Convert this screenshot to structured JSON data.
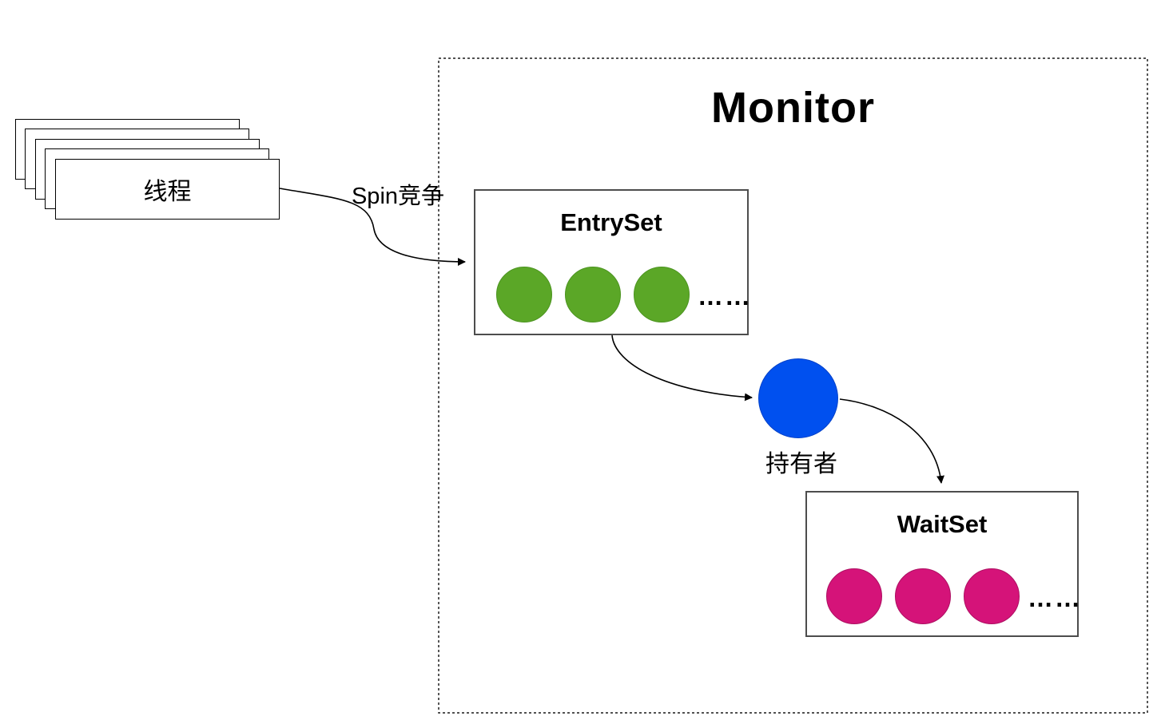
{
  "monitor": {
    "title": "Monitor"
  },
  "threads": {
    "label": "线程",
    "stack_count": 5
  },
  "labels": {
    "spin": "Spin竞争",
    "owner": "持有者"
  },
  "entry_set": {
    "title": "EntrySet",
    "circle_count": 3,
    "ellipsis": "……"
  },
  "wait_set": {
    "title": "WaitSet",
    "circle_count": 3,
    "ellipsis": "……"
  },
  "colors": {
    "entry-fill": "#5ba727",
    "entry-stroke": "#4c9420",
    "wait-fill": "#d51379",
    "wait-stroke": "#ad0f62",
    "owner-fill": "#0050ef",
    "owner-stroke": "#0041c9",
    "arrow": "#000000",
    "box-border": "#4d4d4d",
    "monitor-border": "#3a3a3a",
    "text": "#000000"
  }
}
